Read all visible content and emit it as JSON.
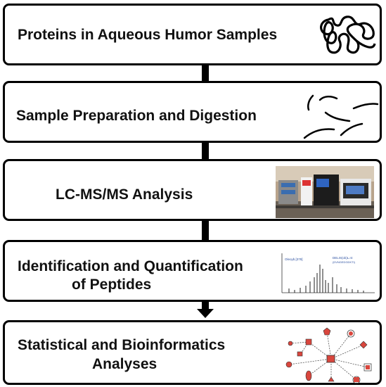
{
  "steps": [
    {
      "label": "Proteins in Aqueous Humor Samples"
    },
    {
      "label": "Sample Preparation and Digestion"
    },
    {
      "label": "LC-MS/MS Analysis"
    },
    {
      "label_line1": "Identification and Quantification",
      "label_line2": "of Peptides"
    },
    {
      "label_line1": "Statistical and Bioinformatics",
      "label_line2": "Analyses"
    }
  ],
  "spectrum": {
    "left_label": "Oleoyb.[378]",
    "right_label": "DELIS(ok)L.r4",
    "right_sublabel": "(DVNGEDGDKTI)"
  },
  "icons": [
    "protein-scribble-icon",
    "peptide-fragments-icon",
    "mass-spectrometer-photo",
    "mass-spectrum-plot",
    "network-graph-icon"
  ]
}
